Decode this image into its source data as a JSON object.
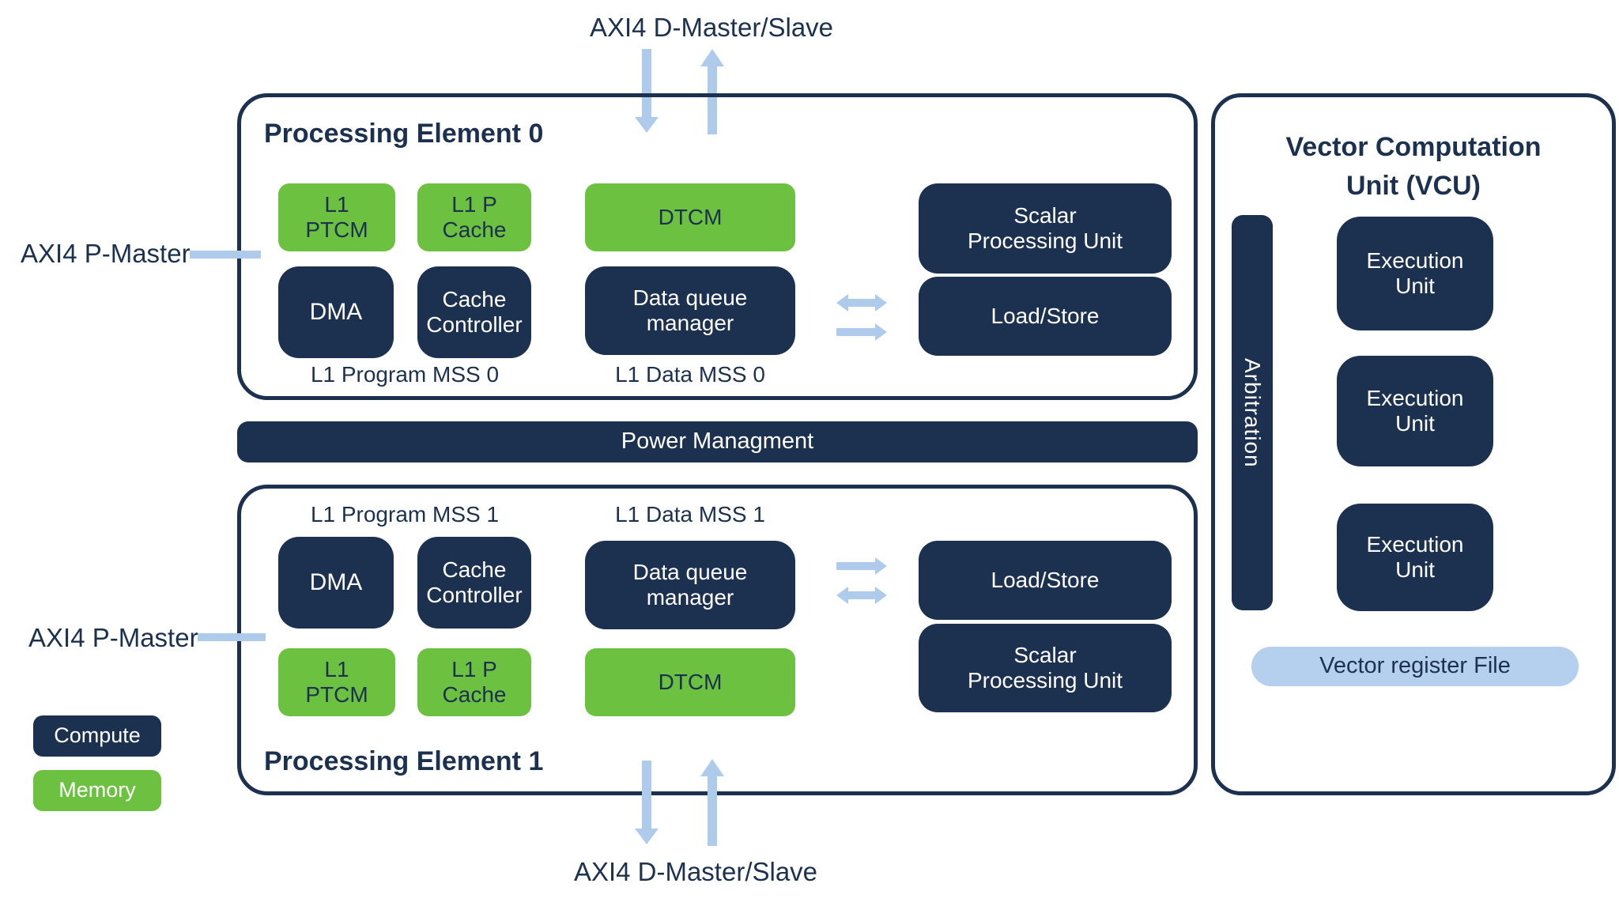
{
  "colors": {
    "navy": "#1c3150",
    "green": "#6cc140",
    "arrow_blue": "#aecbec",
    "register_blue": "#b5cfee",
    "background": "#ffffff",
    "text_light": "#ffffff"
  },
  "buses": {
    "top": "AXI4 D-Master/Slave",
    "bottom": "AXI4 D-Master/Slave",
    "p_master_top": "AXI4 P-Master",
    "p_master_bottom": "AXI4 P-Master"
  },
  "power_bar": {
    "label": "Power Managment"
  },
  "pe0": {
    "title": "Processing Element 0",
    "l1_ptcm": "L1\nPTCM",
    "l1_p_cache": "L1 P\nCache",
    "dtcm": "DTCM",
    "dma": "DMA",
    "cache_controller": "Cache\nController",
    "data_queue_manager": "Data queue\nmanager",
    "program_mss": "L1 Program MSS 0",
    "data_mss": "L1 Data MSS 0",
    "scalar_processing_unit": "Scalar\nProcessing Unit",
    "load_store": "Load/Store"
  },
  "pe1": {
    "title": "Processing Element 1",
    "l1_ptcm": "L1\nPTCM",
    "l1_p_cache": "L1 P\nCache",
    "dtcm": "DTCM",
    "dma": "DMA",
    "cache_controller": "Cache\nController",
    "data_queue_manager": "Data queue\nmanager",
    "program_mss": "L1 Program MSS 1",
    "data_mss": "L1 Data MSS 1",
    "scalar_processing_unit": "Scalar\nProcessing Unit",
    "load_store": "Load/Store"
  },
  "vcu": {
    "title": "Vector Computation\nUnit (VCU)",
    "arbitration": "Arbitration",
    "execution_units": [
      "Execution\nUnit",
      "Execution\nUnit",
      "Execution\nUnit"
    ],
    "vector_register_file": "Vector register File"
  },
  "legend": {
    "compute": "Compute",
    "memory": "Memory"
  }
}
